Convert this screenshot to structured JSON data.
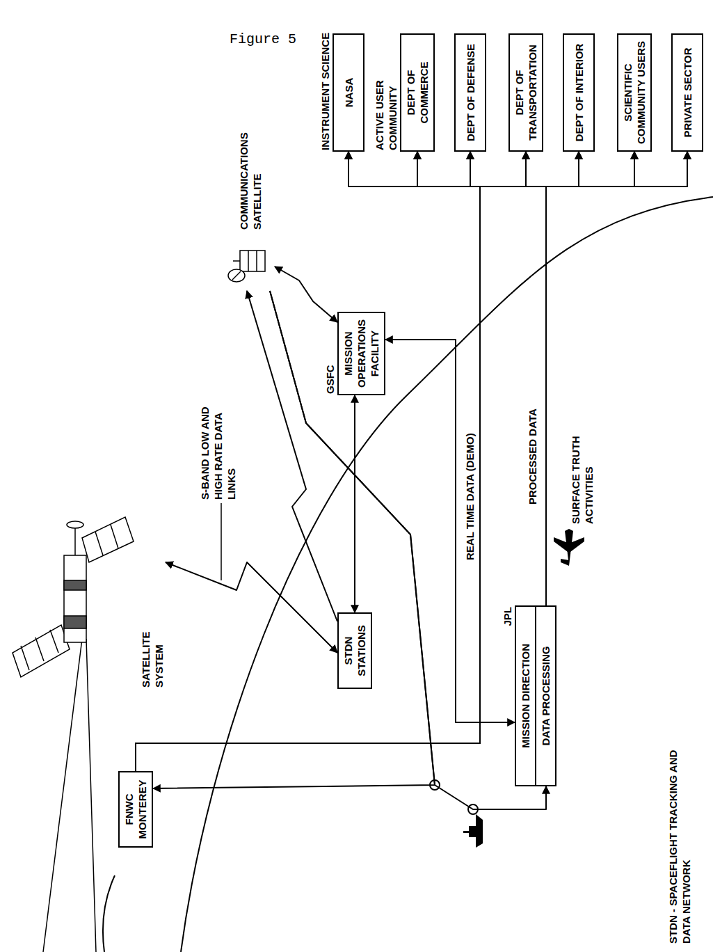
{
  "diagram": {
    "title": "Figure 5",
    "nodes": [
      {
        "text": [
          "SATELLITE SYSTEM"
        ]
      },
      {
        "text": [
          "COMMUNICATIONS SATELLITE"
        ]
      },
      {
        "text": [
          "STDN STATIONS"
        ]
      },
      {
        "text": [
          "GSFC",
          "MISSION OPERATIONS FACILITY"
        ]
      },
      {
        "text": [
          "FNWC MONTEREY"
        ]
      },
      {
        "text": [
          "JPL",
          "MISSION DIRECTION",
          "DATA PROCESSING"
        ]
      },
      {
        "text": [
          "INSTRUMENT SCIENCE",
          "NASA"
        ]
      },
      {
        "text": [
          "ACTIVE USER COMMUNITY",
          "DEPT OF COMMERCE"
        ]
      },
      {
        "text": [
          "DEPT OF DEFENSE"
        ]
      },
      {
        "text": [
          "DEPT OF TRANSPORTATION"
        ]
      },
      {
        "text": [
          "DEPT OF INTERIOR"
        ]
      },
      {
        "text": [
          "SCIENTIFIC COMMUNITY USERS"
        ]
      },
      {
        "text": [
          "PRIVATE SECTOR"
        ]
      }
    ],
    "edges": [
      {
        "from": 0,
        "to": 2,
        "arrow": "both"
      },
      {
        "from": 2,
        "to": 1,
        "arrow": "to"
      },
      {
        "from": 1,
        "to": 3,
        "arrow": "both"
      },
      {
        "from": 2,
        "to": 3,
        "arrow": "both"
      },
      {
        "from": 3,
        "to": 5,
        "arrow": "both"
      },
      {
        "from": 1,
        "to": 4,
        "arrow": "to"
      },
      {
        "from": 1,
        "to": 5,
        "arrow": "to"
      },
      {
        "from": 4,
        "to": 6,
        "label": "REAL TIME DATA (DEMO)",
        "arrow": "to"
      },
      {
        "from": 4,
        "to": 7,
        "arrow": "to"
      },
      {
        "from": 4,
        "to": 8,
        "arrow": "to"
      },
      {
        "from": 4,
        "to": 9,
        "arrow": "to"
      },
      {
        "from": 4,
        "to": 10,
        "arrow": "to"
      },
      {
        "from": 4,
        "to": 11,
        "arrow": "to"
      },
      {
        "from": 4,
        "to": 12,
        "arrow": "to"
      },
      {
        "from": 5,
        "to": 6,
        "label": "PROCESSED DATA",
        "arrow": "to"
      },
      {
        "from": 5,
        "to": 7,
        "arrow": "to"
      },
      {
        "from": 5,
        "to": 8,
        "arrow": "to"
      },
      {
        "from": 5,
        "to": 9,
        "arrow": "to"
      },
      {
        "from": 5,
        "to": 10,
        "arrow": "to"
      },
      {
        "from": 5,
        "to": 11,
        "arrow": "to"
      },
      {
        "from": 5,
        "to": 12,
        "arrow": "to"
      }
    ],
    "labels": [
      "S-BAND LOW AND HIGH RATE DATA LINKS",
      "SURFACE TRUTH ACTIVITIES",
      "STDN - SPACEFLIGHT TRACKING AND DATA NETWORK"
    ]
  }
}
